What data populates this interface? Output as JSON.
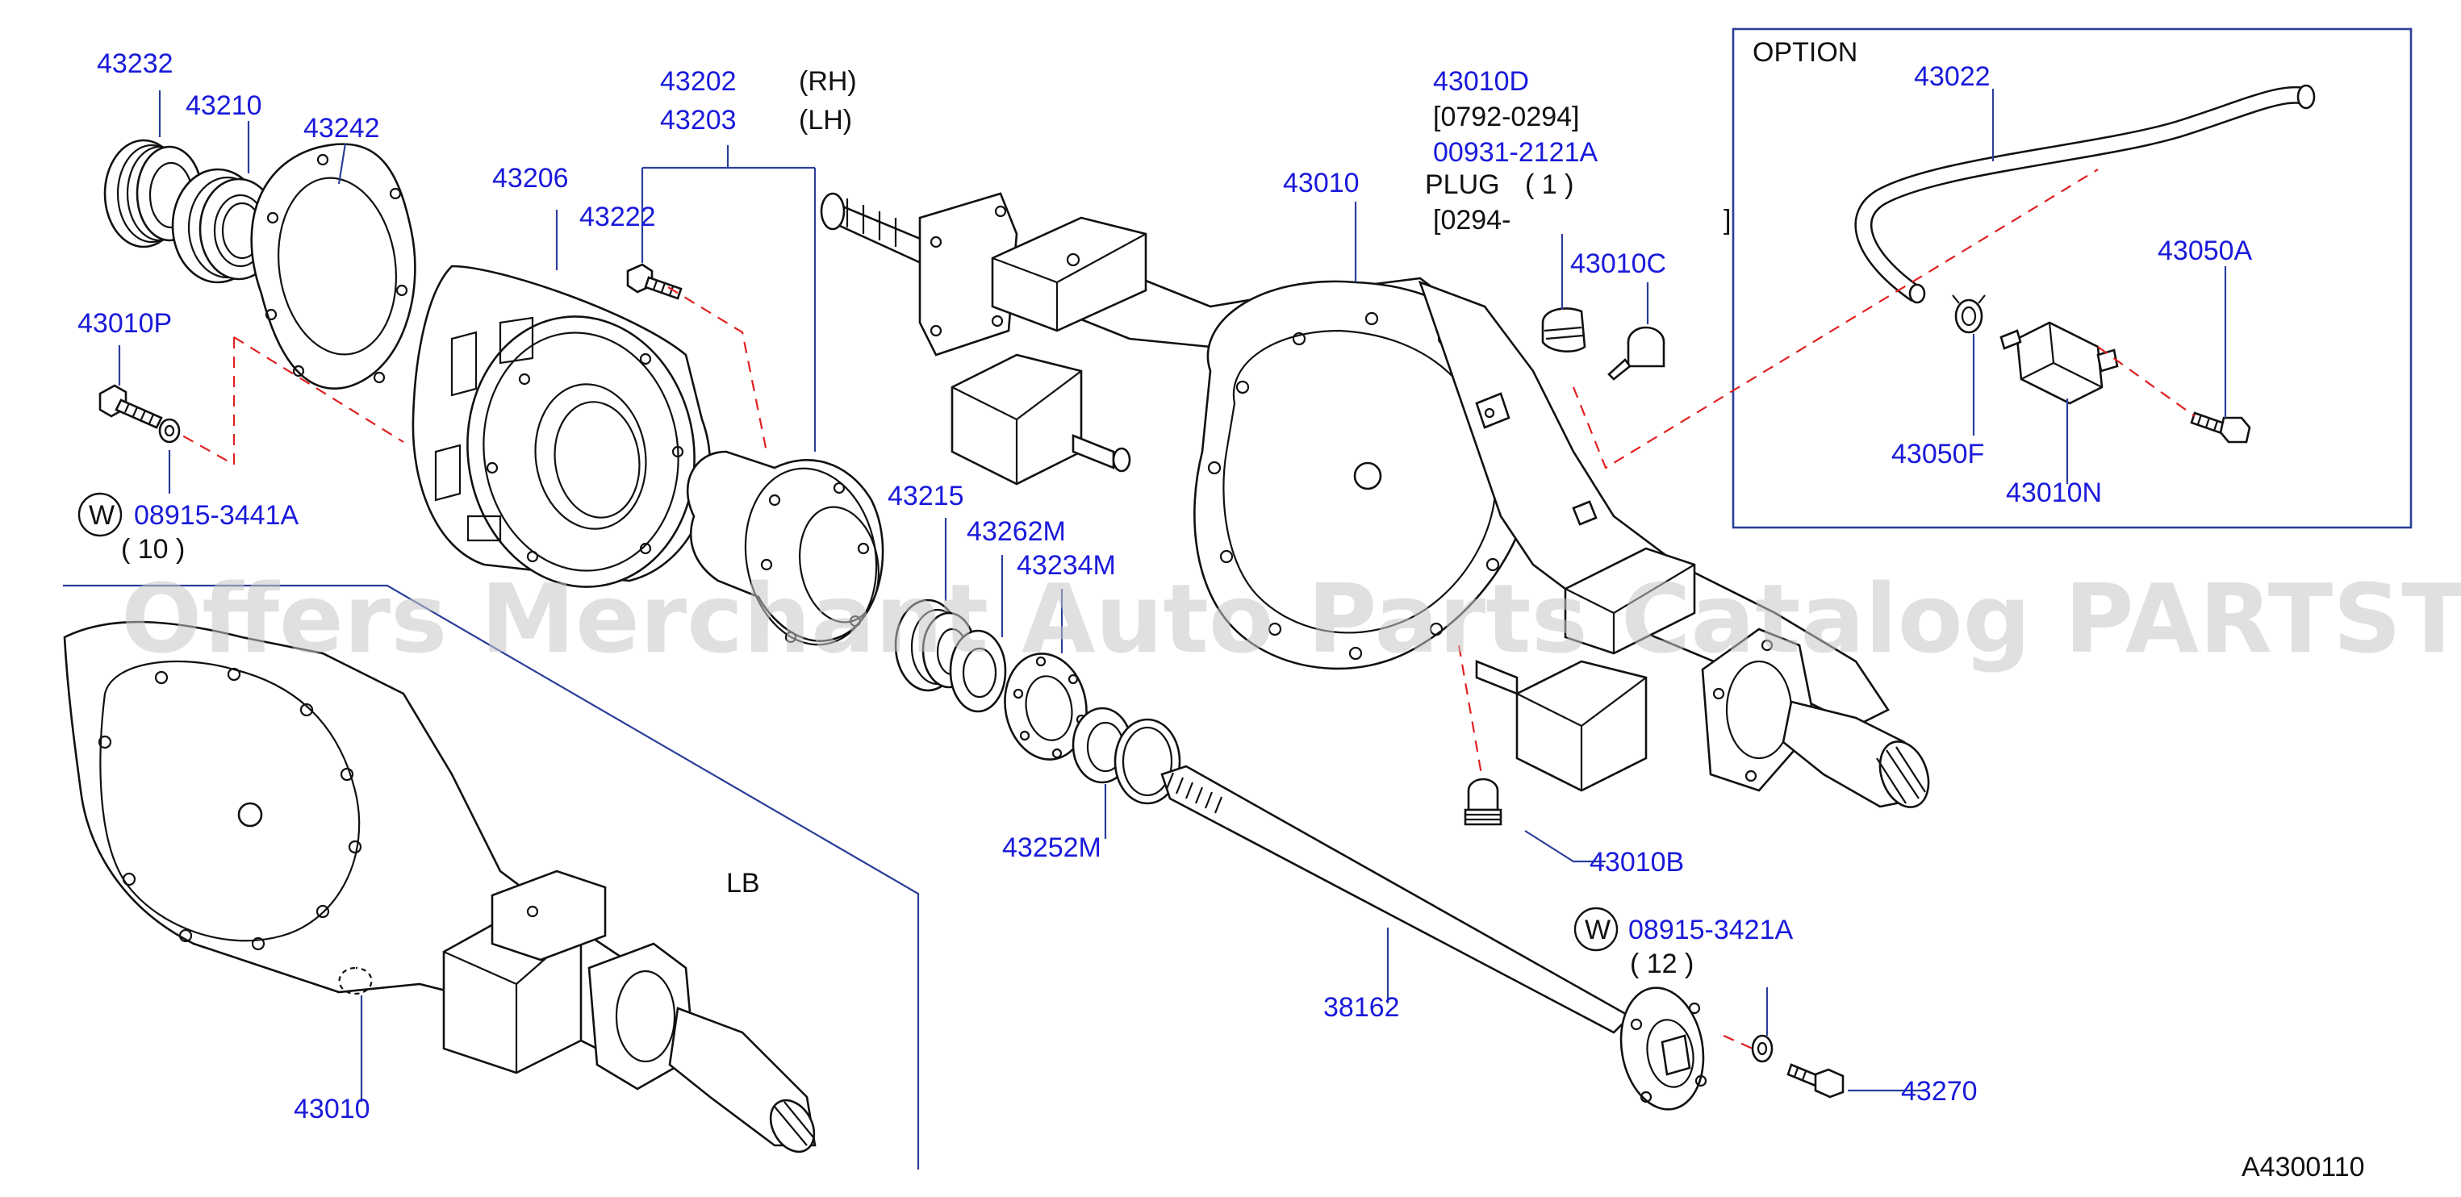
{
  "diagram_code": "A4300110",
  "watermark": "Offers Merchant Auto Parts Catalog PARTSTORE.SA",
  "option_box": {
    "title": "OPTION"
  },
  "lb_label": "LB",
  "washer_symbol": "W",
  "colors": {
    "label": "#1a1adb",
    "leader": "#2a3f9a",
    "dashed": "#e02020",
    "line": "#111111"
  },
  "labels": {
    "p43232": "43232",
    "p43210": "43210",
    "p43242": "43242",
    "p43202": "43202",
    "p43202_side": "(RH)",
    "p43203": "43203",
    "p43203_side": "(LH)",
    "p43206": "43206",
    "p43222": "43222",
    "p43010P": "43010P",
    "p08915_3441A": "08915-3441A",
    "p08915_3441A_qty": "( 10 )",
    "p43215": "43215",
    "p43262M": "43262M",
    "p43234M": "43234M",
    "p43252M": "43252M",
    "p43010_top": "43010",
    "p43010D": "43010D",
    "p43010D_date": "[0792-0294]",
    "p00931_2121A": "00931-2121A",
    "plug_text": "PLUG",
    "plug_qty": "( 1 )",
    "plug_date": "[0294-",
    "plug_date_end": "]",
    "p43010C": "43010C",
    "p43022": "43022",
    "p43050A": "43050A",
    "p43050F": "43050F",
    "p43010N": "43010N",
    "p43010B": "43010B",
    "p08915_3421A": "08915-3421A",
    "p08915_3421A_qty": "( 12 )",
    "p38162": "38162",
    "p43270": "43270",
    "p43010_bottom": "43010"
  }
}
